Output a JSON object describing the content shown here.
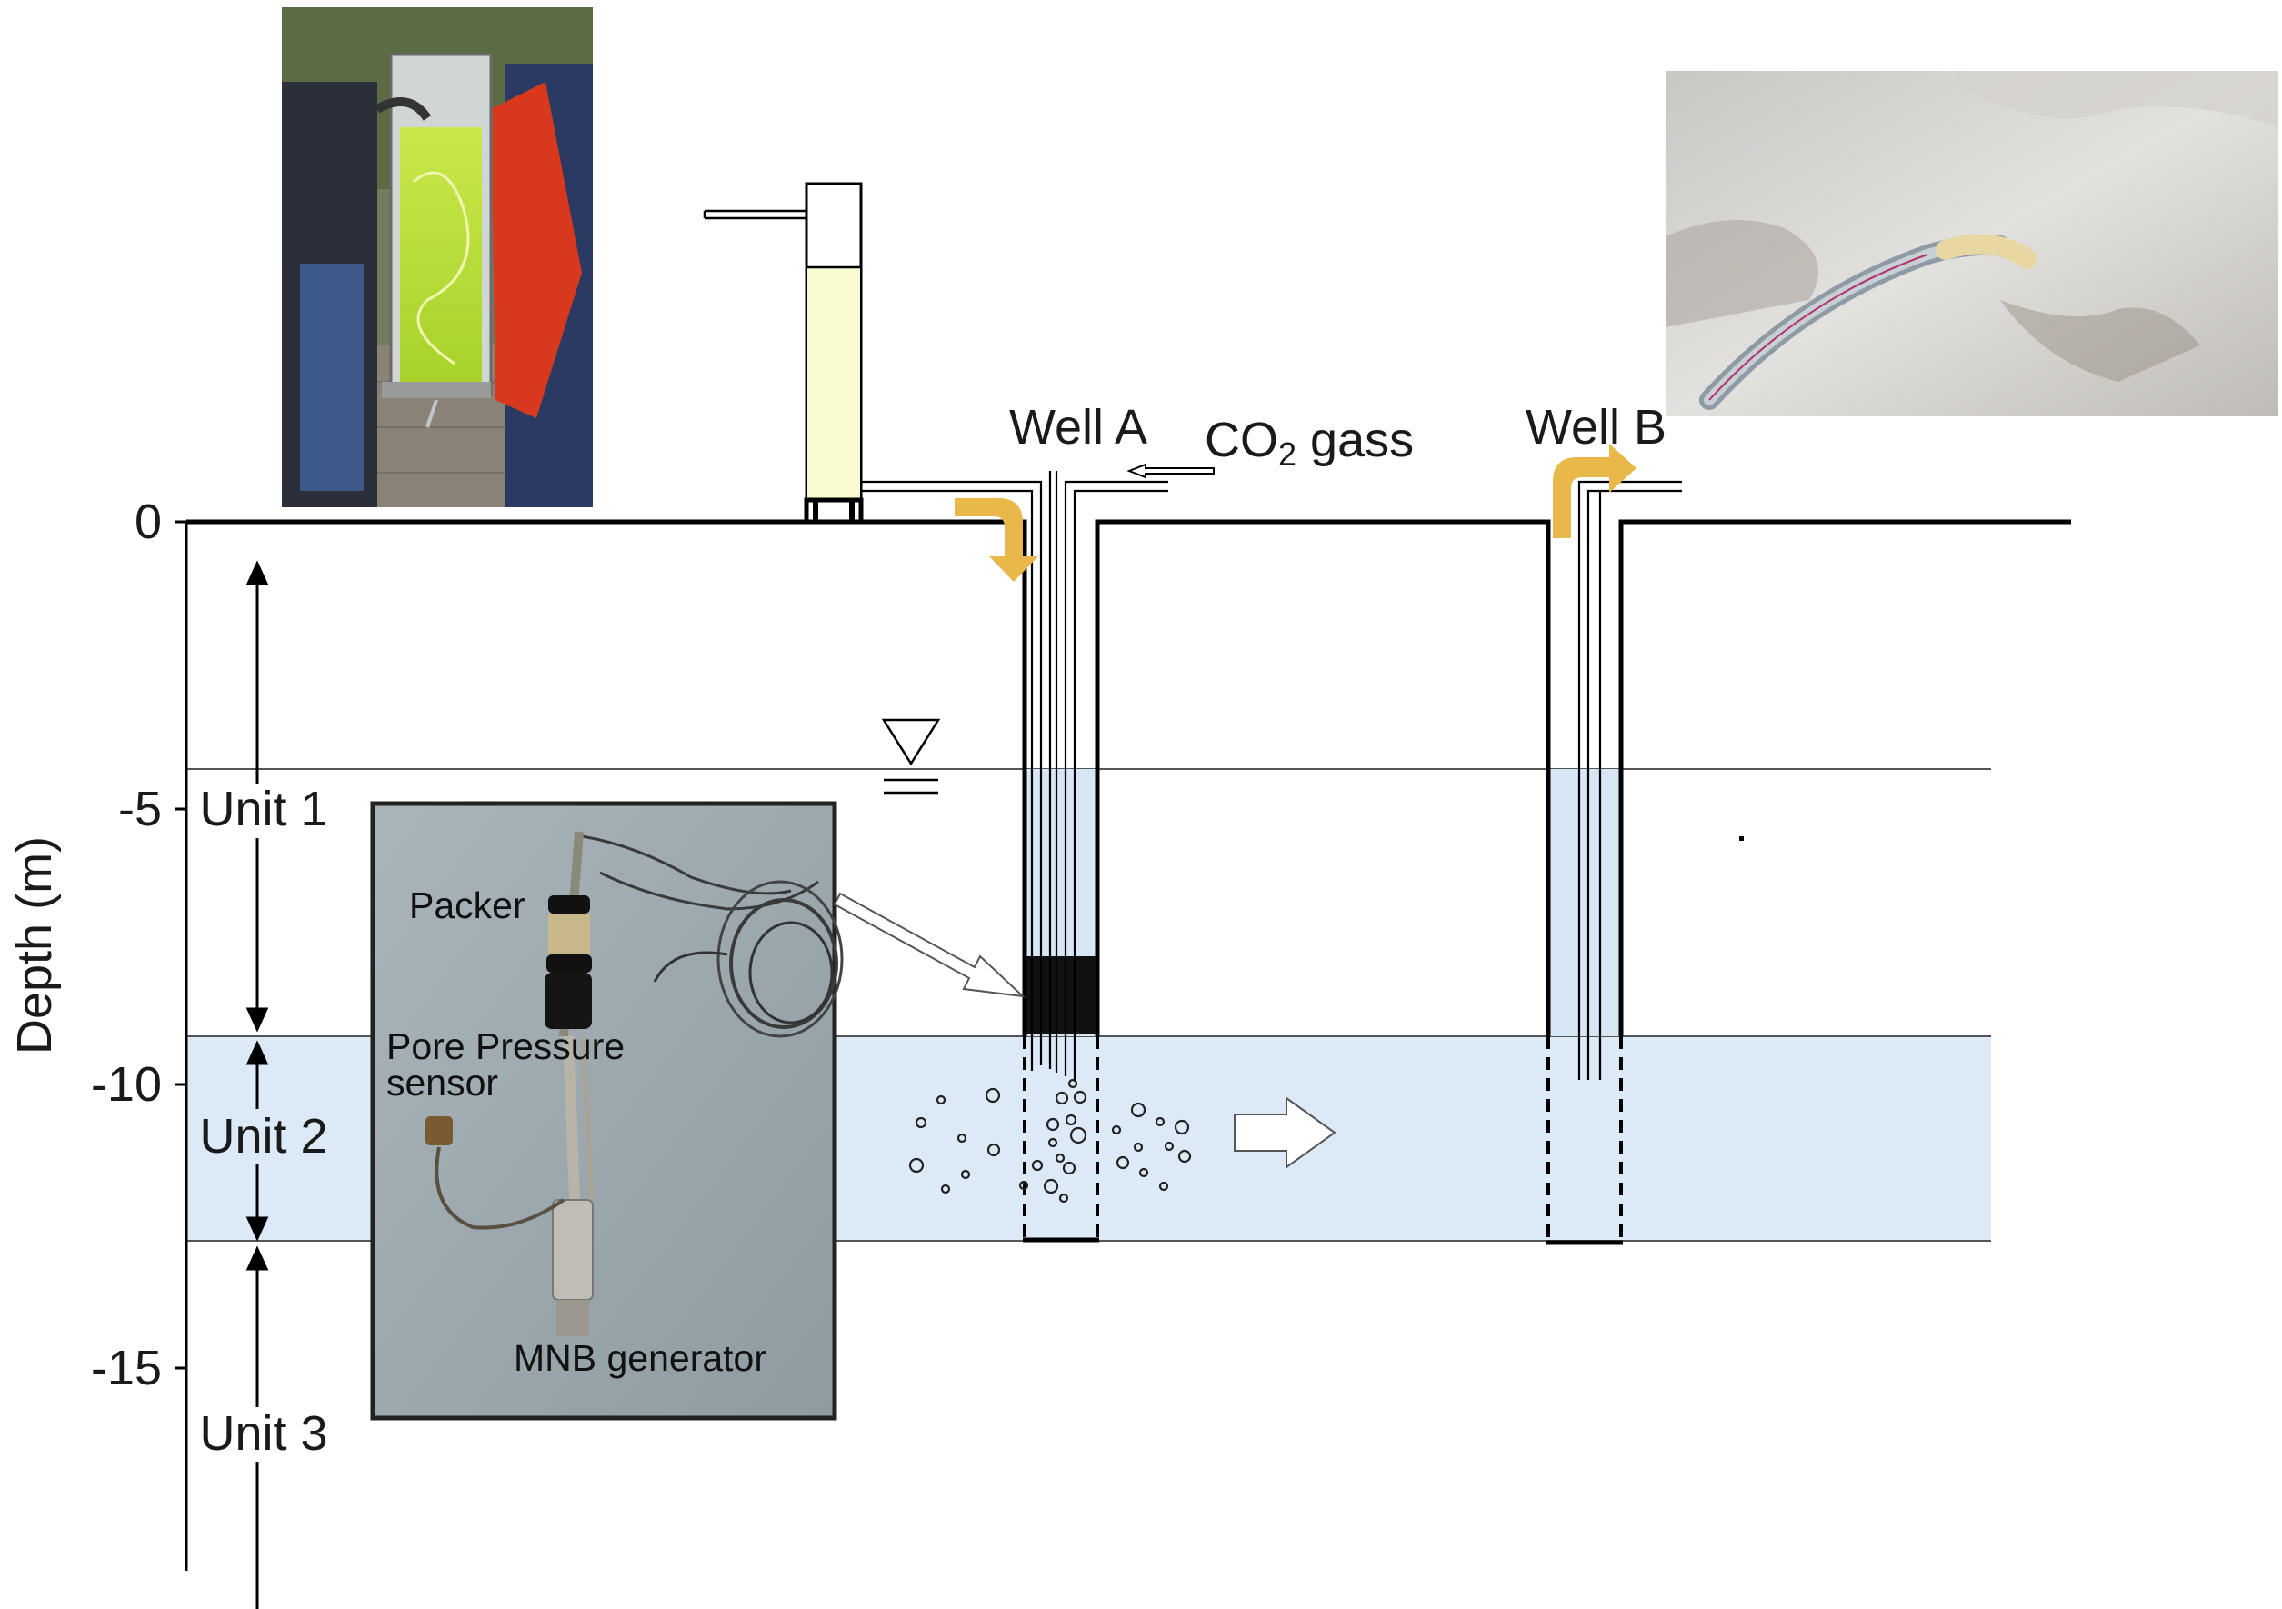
{
  "y_axis": {
    "label": "Depth (m)",
    "ticks": [
      "0",
      "-5",
      "-10",
      "-15"
    ]
  },
  "units": [
    "Unit 1",
    "Unit 2",
    "Unit 3"
  ],
  "wells": {
    "a": "Well A",
    "b": "Well B"
  },
  "gas": {
    "main": "CO",
    "sub": "2",
    "rest": " gass"
  },
  "photo_labels": {
    "packer": "Packer",
    "pore_line1": "Pore Pressure",
    "pore_line2": "sensor",
    "mnb": "MNB generator"
  },
  "colors": {
    "aquifer_fill": "#dce9f6",
    "water_in_well": "#d6e6f5",
    "tank_liquid": "#fafad0",
    "flow_arrow": "#e8b84a",
    "photo_background": "#9aa7ad"
  },
  "icons": [
    "water-table-symbol",
    "bubble-flow-arrow",
    "flow-arrow-down",
    "flow-arrow-up"
  ]
}
